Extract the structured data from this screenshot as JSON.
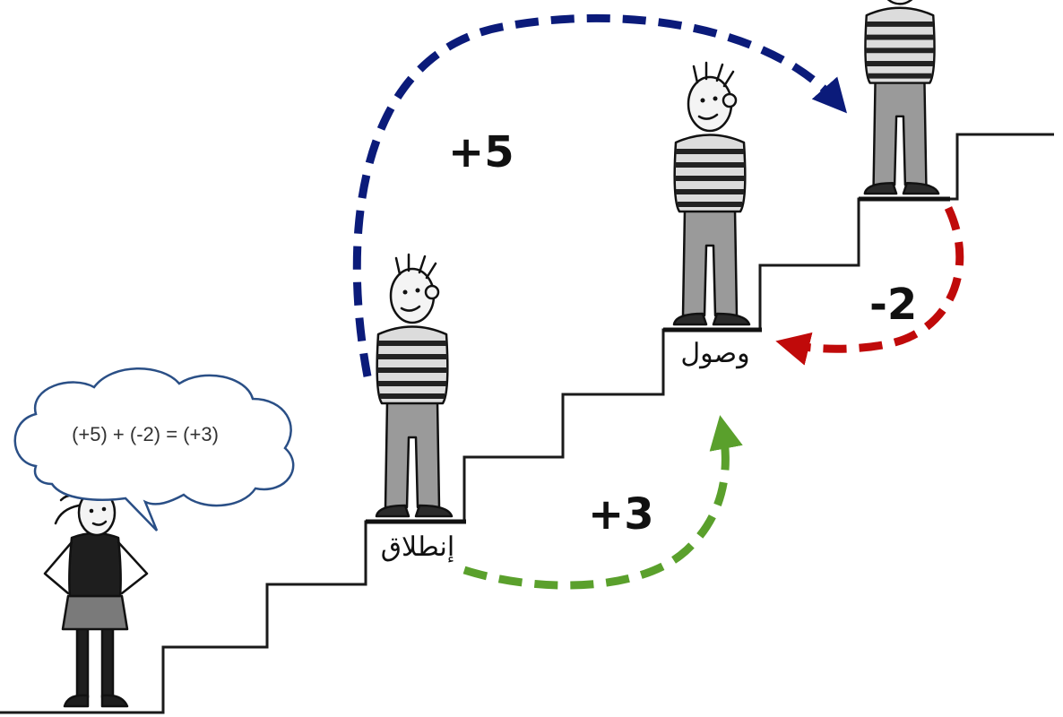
{
  "diagram": {
    "jumps": [
      {
        "label": "+5",
        "color": "#0b1b7a"
      },
      {
        "label": "-2",
        "color": "#c00a0a"
      },
      {
        "label": "+3",
        "color": "#5aa02c"
      }
    ],
    "start_label": "إنطلاق",
    "arrival_label": "وصول",
    "speech_bubble": {
      "equation": "(+5) + (-2) = (+3)",
      "border_color": "#2a4f86"
    },
    "figures": [
      {
        "role": "observer-girl",
        "icon": "girl-figure"
      },
      {
        "role": "boy-start",
        "icon": "boy-figure"
      },
      {
        "role": "boy-arrival",
        "icon": "boy-figure"
      },
      {
        "role": "boy-top",
        "icon": "boy-figure"
      }
    ]
  }
}
